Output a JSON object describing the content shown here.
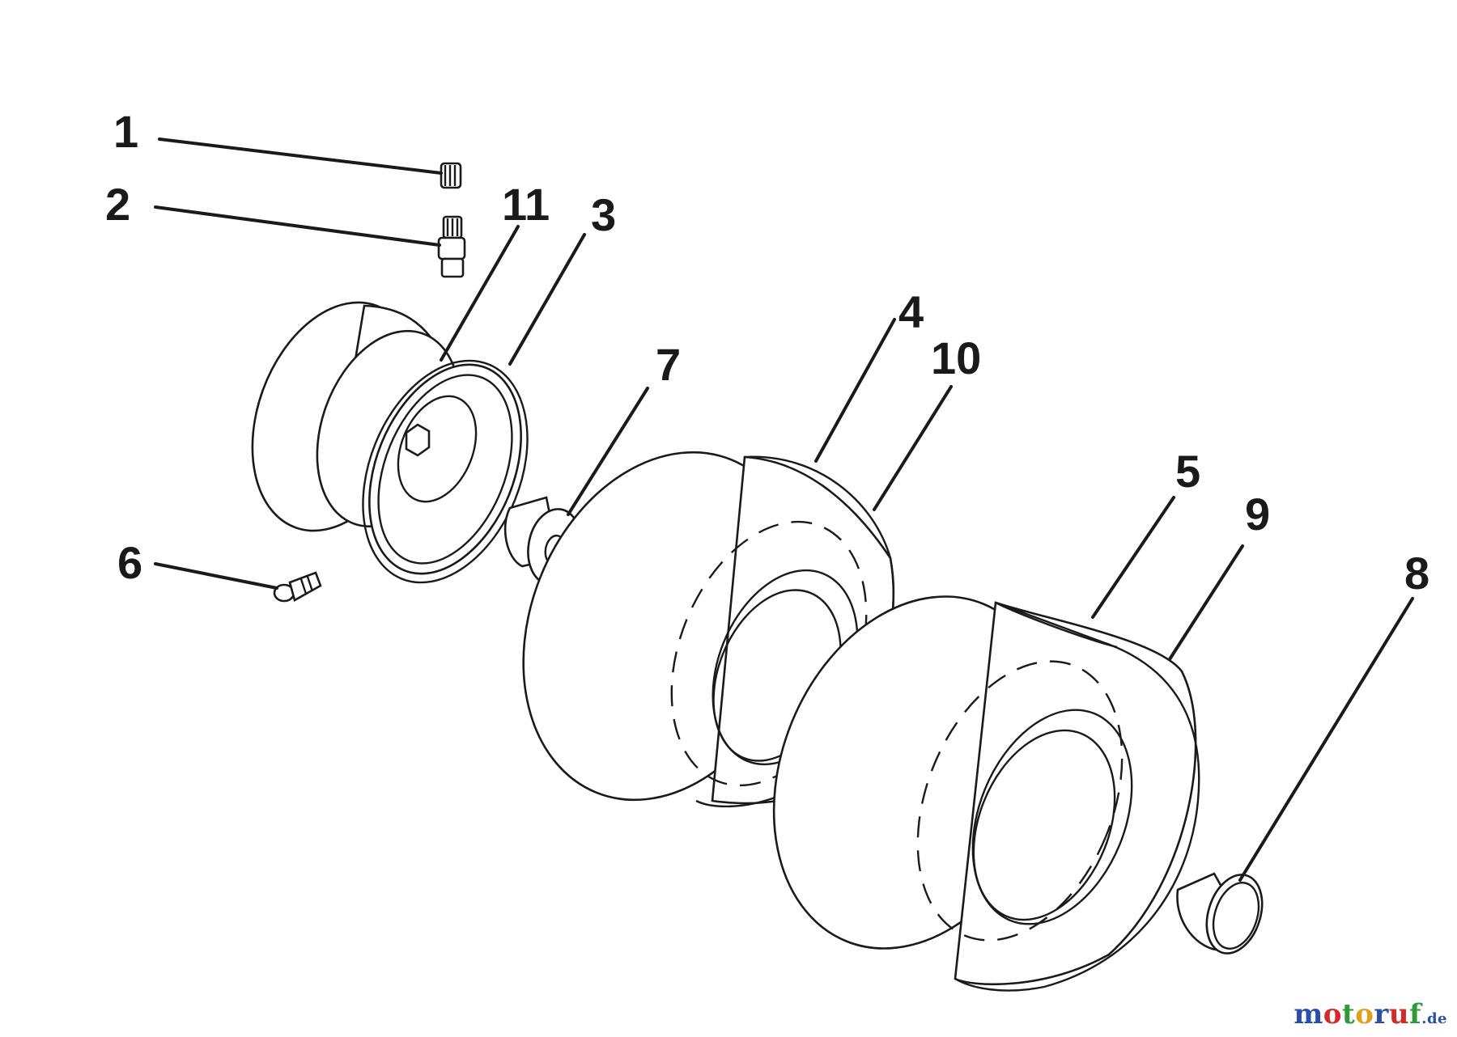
{
  "callouts": {
    "n1": "1",
    "n2": "2",
    "n3": "3",
    "n4": "4",
    "n5": "5",
    "n6": "6",
    "n7": "7",
    "n8": "8",
    "n9": "9",
    "n10": "10",
    "n11": "11"
  },
  "watermark": {
    "brand": "motoruf",
    "suffix": ".de",
    "colors": [
      "#2a4fa8",
      "#d42a2a",
      "#2e9a3a",
      "#e0a020",
      "#2a4fa8",
      "#d42a2a",
      "#2e9a3a"
    ]
  },
  "colors": {
    "ink": "#1a1a1a",
    "paper": "#ffffff"
  }
}
